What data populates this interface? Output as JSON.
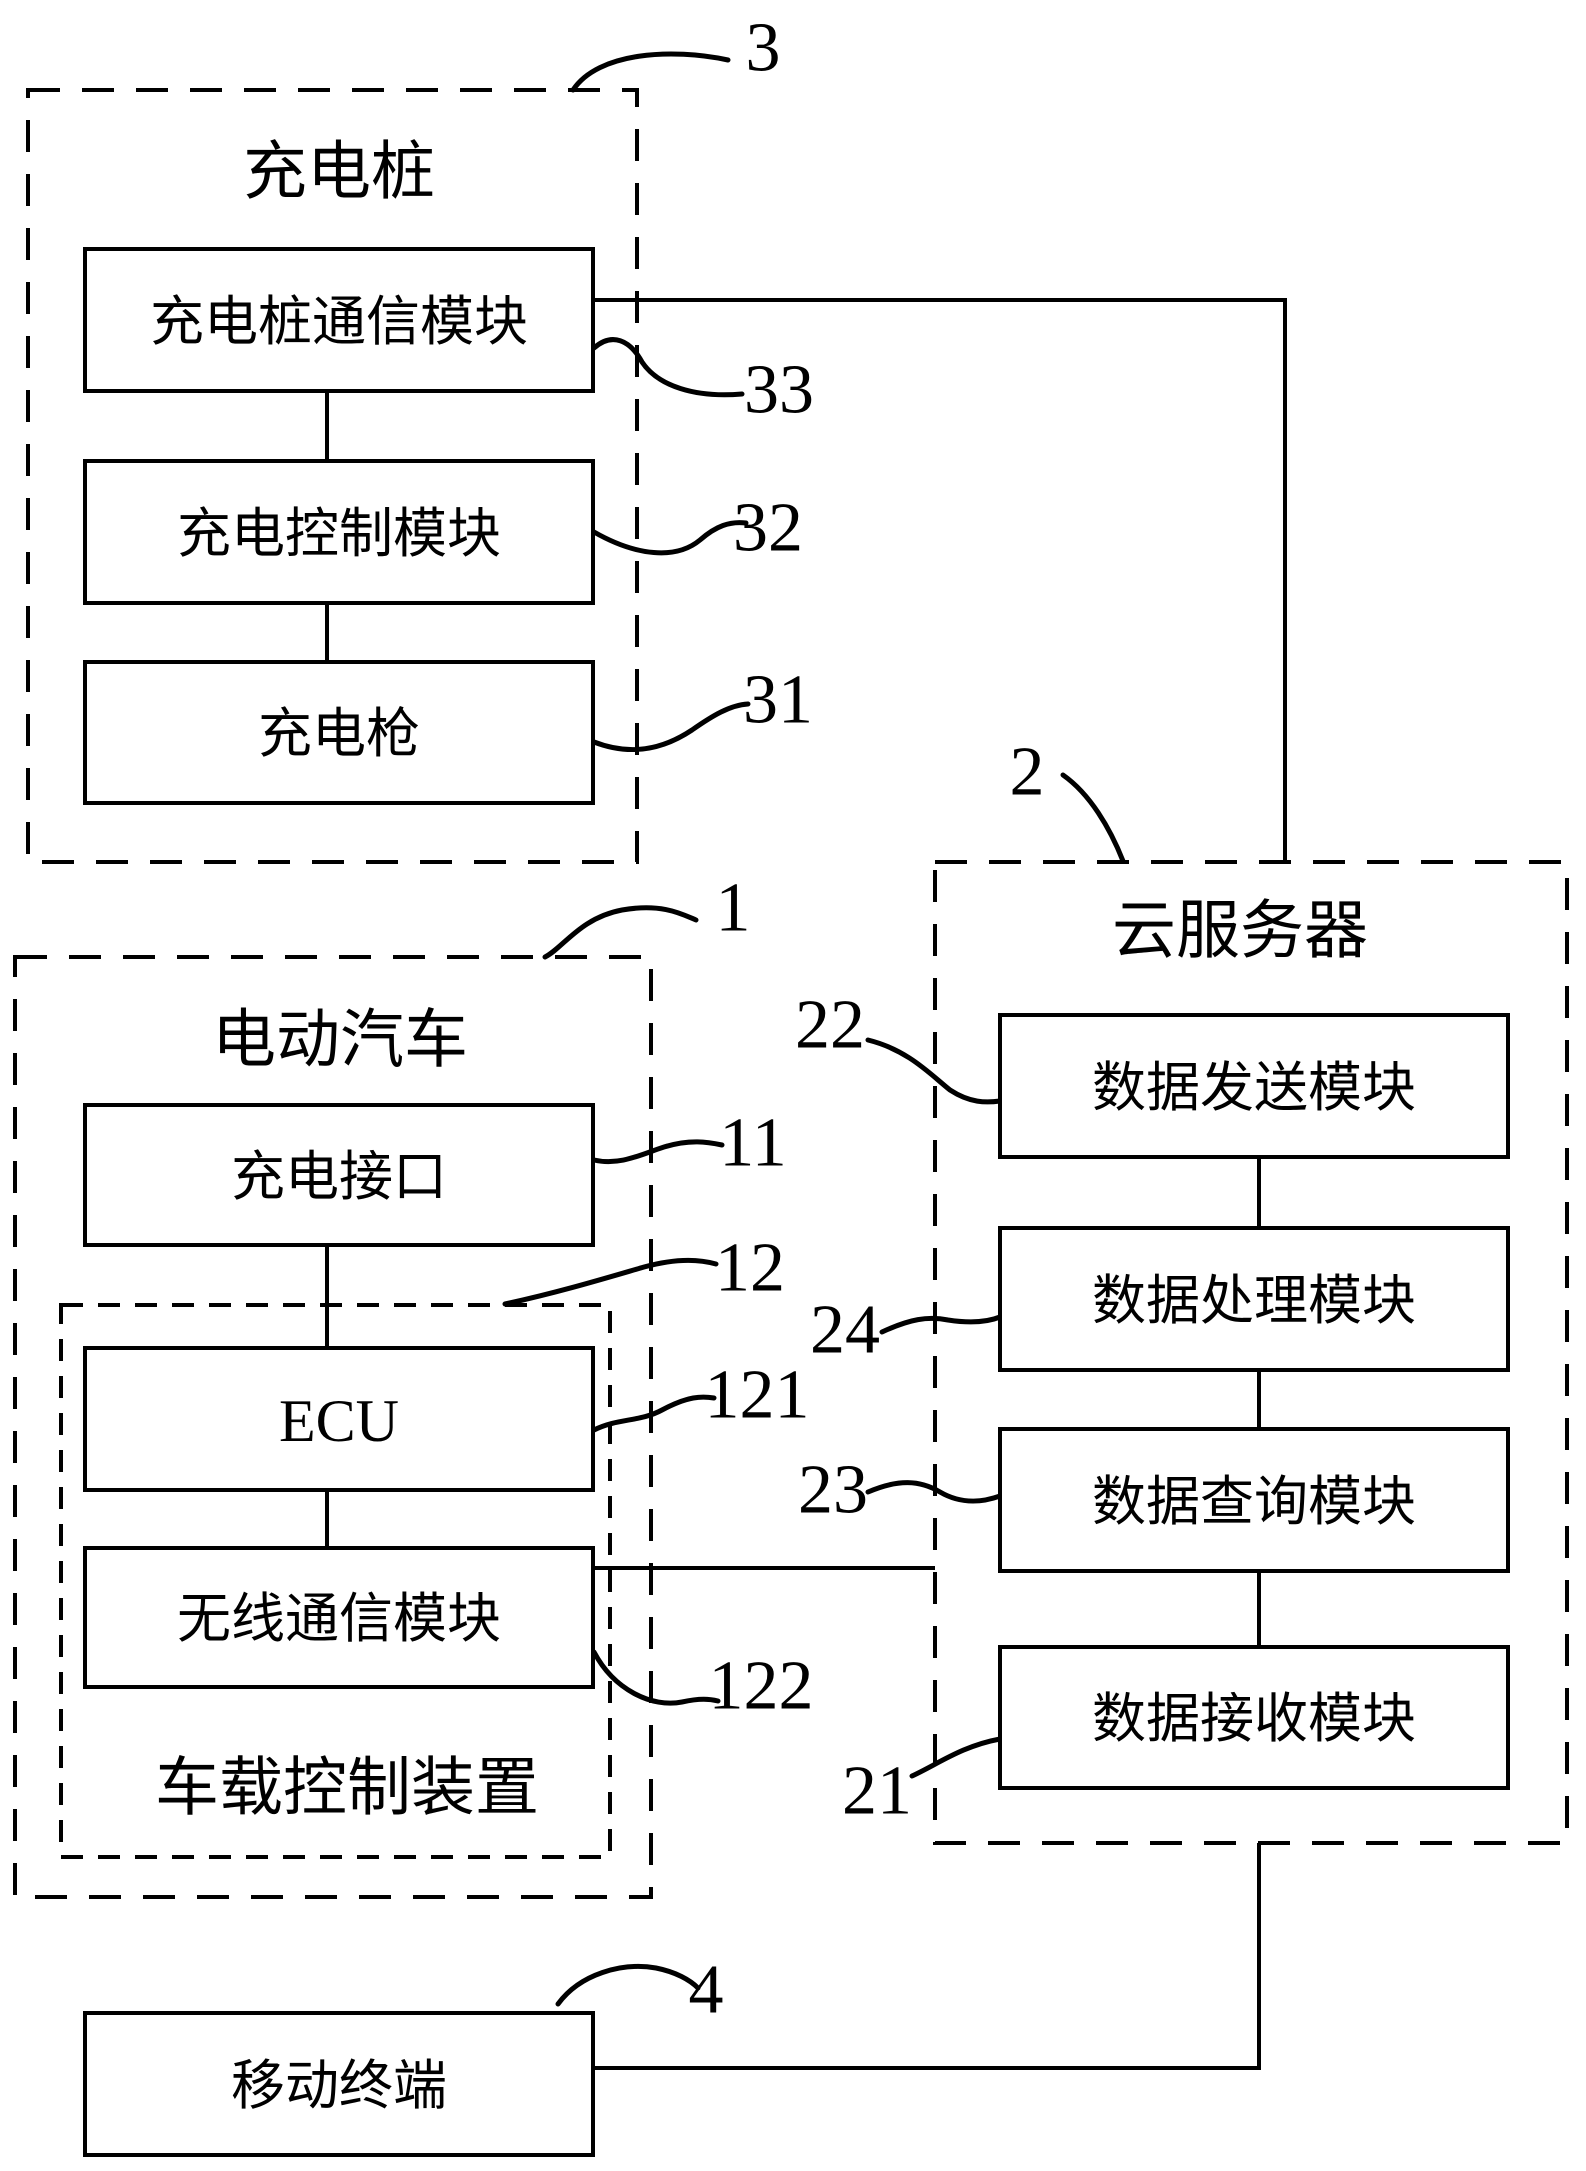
{
  "figure": {
    "background_color": "#ffffff",
    "line_color": "#000000",
    "containers": {
      "charging_pile": {
        "title": "充电桩",
        "ref": "3"
      },
      "electric_vehicle": {
        "title": "电动汽车",
        "ref": "1"
      },
      "onboard_control": {
        "label": "车载控制装置",
        "ref": "12"
      },
      "cloud_server": {
        "title": "云服务器",
        "ref": "2"
      }
    },
    "blocks": {
      "pile_comm": {
        "label": "充电桩通信模块",
        "ref": "33"
      },
      "charge_control": {
        "label": "充电控制模块",
        "ref": "32"
      },
      "charge_gun": {
        "label": "充电枪",
        "ref": "31"
      },
      "charge_port": {
        "label": "充电接口",
        "ref": "11"
      },
      "ecu": {
        "label": "ECU",
        "ref": "121"
      },
      "wireless_comm": {
        "label": "无线通信模块",
        "ref": "122"
      },
      "data_send": {
        "label": "数据发送模块",
        "ref": "22"
      },
      "data_process": {
        "label": "数据处理模块",
        "ref": "24"
      },
      "data_query": {
        "label": "数据查询模块",
        "ref": "23"
      },
      "data_receive": {
        "label": "数据接收模块",
        "ref": "21"
      },
      "mobile_terminal": {
        "label": "移动终端",
        "ref": "4"
      }
    }
  }
}
